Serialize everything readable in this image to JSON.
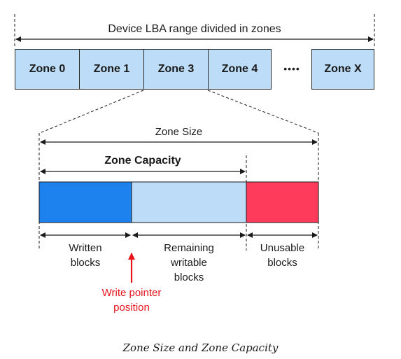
{
  "top_label": "Device LBA range divided in zones",
  "zones": [
    "Zone 0",
    "Zone 1",
    "Zone 3",
    "Zone 4",
    "Zone X"
  ],
  "ellipsis": "••••",
  "zone_size_label": "Zone Size",
  "zone_capacity_label": "Zone Capacity",
  "segments": {
    "written": {
      "label_line1": "Written",
      "label_line2": "blocks",
      "color": "#1e82ee"
    },
    "remaining": {
      "label_line1": "Remaining",
      "label_line2": "writable",
      "label_line3": "blocks",
      "color": "#bcdcf8"
    },
    "unusable": {
      "label_line1": "Unusable",
      "label_line2": "blocks",
      "color": "#ff3b5c"
    }
  },
  "write_pointer": {
    "line1": "Write pointer",
    "line2": "position",
    "color": "#e8141a"
  },
  "caption": "Zone Size and Zone Capacity"
}
